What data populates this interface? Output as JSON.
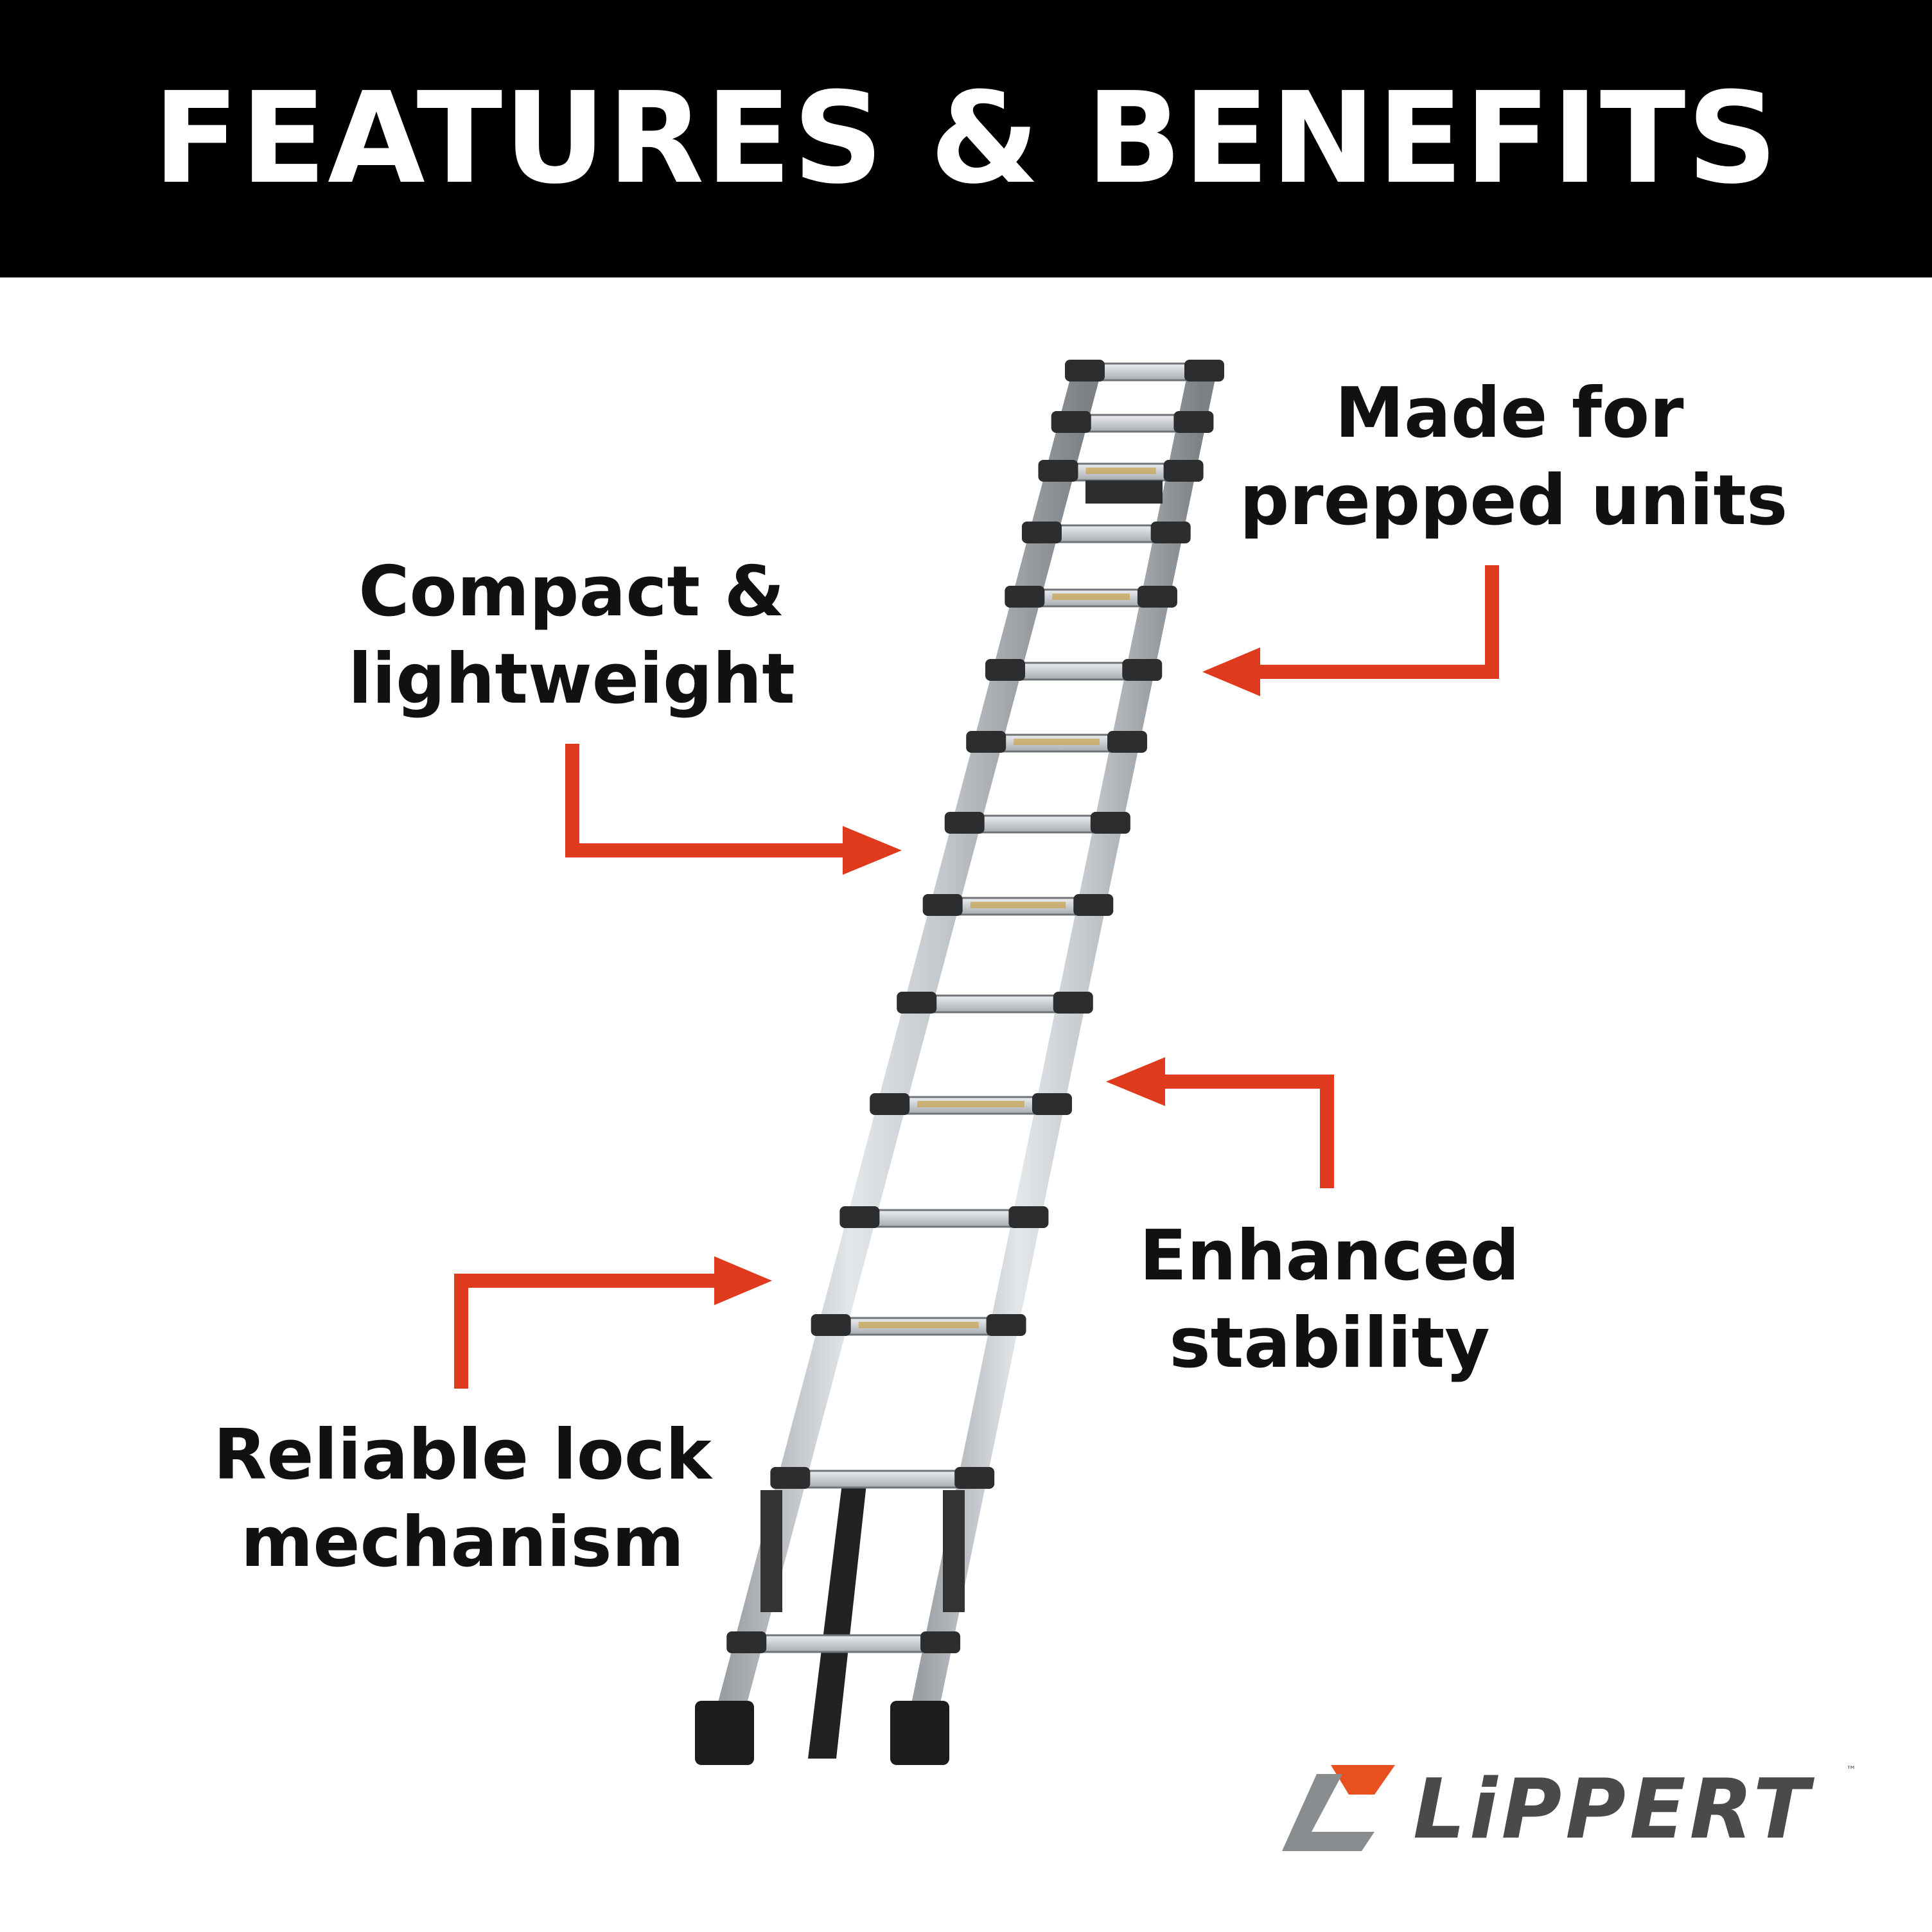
{
  "header": {
    "title": "FEATURES & BENEFITS"
  },
  "callouts": {
    "prepped": {
      "line1": "Made for",
      "line2": "prepped units"
    },
    "compact": {
      "line1": "Compact &",
      "line2": "lightweight"
    },
    "stability": {
      "line1": "Enhanced",
      "line2": "stability"
    },
    "lock": {
      "line1": "Reliable lock",
      "line2": "mechanism"
    }
  },
  "brand": {
    "name": "LiPPERT",
    "tm": "™"
  },
  "colors": {
    "header_bg": "#000000",
    "header_text": "#ffffff",
    "arrow": "#e03a1e",
    "label_text": "#111111",
    "logo_orange": "#e8501f",
    "logo_gray": "#4a4a4a"
  },
  "icons": {
    "product": "telescoping-ladder-image",
    "logo_mark": "lippert-logo-mark"
  }
}
